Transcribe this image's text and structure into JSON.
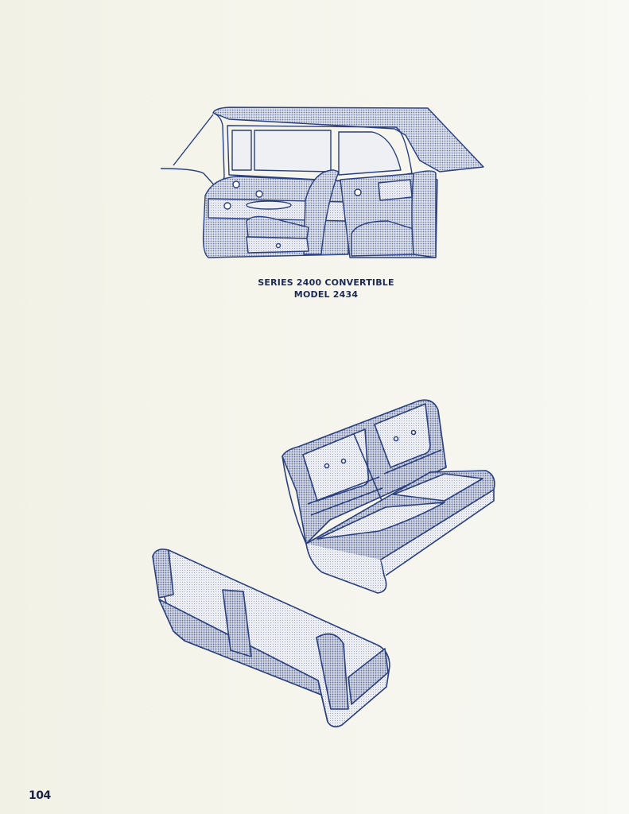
{
  "page": {
    "number": "104",
    "background_color": "#f3f3ea",
    "ink_color": "#2a3f7e"
  },
  "figures": [
    {
      "id": "car-illustration",
      "description": "Interior cutaway illustration of convertible with soft top",
      "caption_line1": "SERIES 2400 CONVERTIBLE",
      "caption_line2": "MODEL 2434"
    },
    {
      "id": "front-seat-illustration",
      "description": "Front bench seat with two-tone trim and pleated bolsters"
    },
    {
      "id": "rear-seat-illustration",
      "description": "Rear bench seat with banded trim pattern"
    }
  ]
}
